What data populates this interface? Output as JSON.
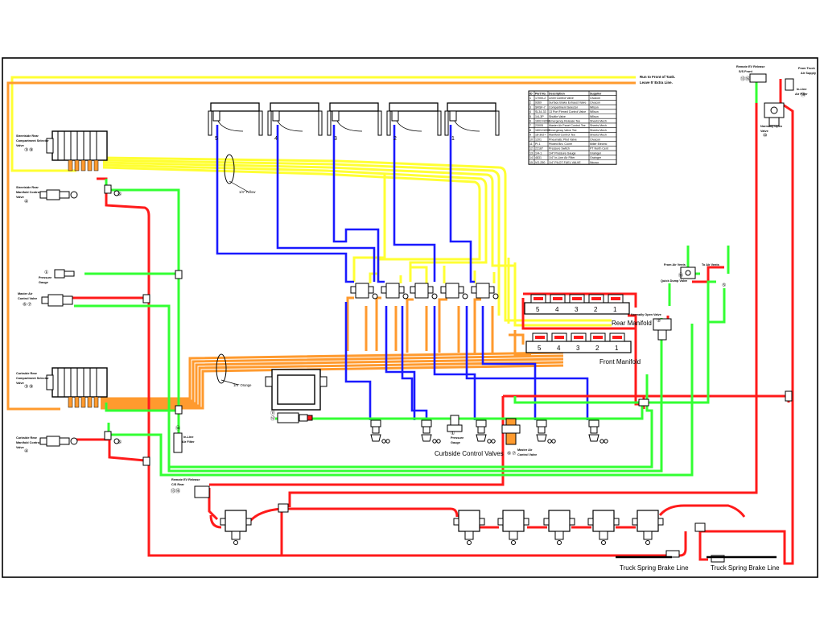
{
  "labels": {
    "run_to_front": "Run to Front of Tank.",
    "leave_extra": "Leave 5' Extra Line.",
    "streetside_rear_selector": [
      "Streetside Rear",
      "Compartment Selector",
      "Valve"
    ],
    "streetside_rear_manifold": [
      "Streetside Rear",
      "Manifold Control",
      "Valve"
    ],
    "pressure_gauge": [
      "Pressure",
      "Gauge"
    ],
    "master_air_control": [
      "Master Air",
      "Control Valve"
    ],
    "curbside_rear_selector": [
      "Curbside Rear",
      "Compartment Selector",
      "Valve"
    ],
    "curbside_rear_manifold": [
      "Curbside Rear",
      "Manifold Control",
      "Valve"
    ],
    "remote_ev_release_top": [
      "Remote EV Release",
      "S/S Front"
    ],
    "from_truck_air": [
      "From Truck",
      "Air Supply"
    ],
    "inline_air_filter_top": [
      "In-Line",
      "Air Filter"
    ],
    "normally_open_valve_top": [
      "Normally Open",
      "Valve"
    ],
    "from_air_vents": "From Air Vents",
    "to_air_vents": "To Air Vents",
    "quick_dump_valve": "Quick Dump Valve",
    "normally_open_mid": "Normally Open Valve",
    "rear_manifold": "Rear Manifold",
    "front_manifold": "Front Manifold",
    "quarter_yellow": "1/4\" Yellow",
    "quarter_orange": "1/4\" Orange",
    "inline_air_filter_mid": [
      "In-Line",
      "Air Filter"
    ],
    "curbside_control_valves": "Curbside Control Valves",
    "pressure_gauge_mid": [
      "Pressure",
      "Gauge"
    ],
    "master_air_mid": [
      "Master Air",
      "Control Valve"
    ],
    "remote_ev_release_bottom": [
      "Remote EV Release",
      "C/S Rear"
    ],
    "truck_spring_brake_1": "Truck Spring Brake Line",
    "truck_spring_brake_2": "Truck Spring Brake Line"
  },
  "compartments": [
    "5",
    "4",
    "3",
    "2",
    "1"
  ],
  "manifold_ports": [
    "5",
    "4",
    "3",
    "2",
    "1"
  ],
  "callouts": {
    "c1": "①",
    "c2": "②",
    "c3": "③",
    "c4": "④",
    "c5": "⑤",
    "c6": "⑥",
    "c7": "⑦",
    "c8": "⑧",
    "c9": "⑨",
    "c10": "⑩",
    "c11": "⑪",
    "c12": "⑫",
    "c13": "⑬",
    "c14": "⑭",
    "c15": "⑮",
    "c16": "⑯"
  },
  "legend": {
    "headers": [
      "ID",
      "Part No.",
      "Description",
      "Supplier"
    ],
    "rows": [
      [
        "1",
        "17000-2",
        "Level Control Valve",
        "Civacon"
      ],
      [
        "2",
        "9369",
        "Surface Brake Exhaust Valve",
        "Civacon"
      ],
      [
        "3",
        "SRSF-7",
        "Compartment Selector",
        "Wilson"
      ],
      [
        "4",
        "SL34-33",
        "13 Port Firmed Control Valve",
        "Wilson"
      ],
      [
        "5",
        "1/4-3P",
        "Shuttle Valve",
        "Wilson"
      ],
      [
        "6",
        "1602-N208",
        "Emergency Release Tee",
        "Sheets Mech"
      ],
      [
        "7",
        "23005",
        "Master Air Panel Control Tee",
        "Sheets Mech"
      ],
      [
        "8",
        "1603-N208",
        "Emergency Valve Tee",
        "Sheets Mech"
      ],
      [
        "9",
        "18-302+",
        "Manifold Control Tee",
        "Sheets Mech"
      ],
      [
        "10",
        "1201",
        "Pneumatic Pilot Valve",
        "Civacon"
      ],
      [
        "11",
        "PI-1",
        "Piloted Brk. Cover",
        "Miller Electric"
      ],
      [
        "12",
        "22187",
        "Pressure Switch",
        "PT North Cent"
      ],
      [
        "13",
        "1/4-1",
        "1/4\" Pressure Gauge",
        "Grainger"
      ],
      [
        "14",
        "4831",
        "1/4\" In-Line Air Filter",
        "Grainger"
      ],
      [
        "15",
        "VG-250",
        "1/4\" PILOT FUEL VALVE",
        "Nicoso"
      ]
    ]
  },
  "colors": {
    "yellow": "#ffff33",
    "orange": "#ff9a2e",
    "blue": "#1a1aff",
    "red": "#ff1a1a",
    "green": "#33ff33",
    "frame": "#000000"
  }
}
